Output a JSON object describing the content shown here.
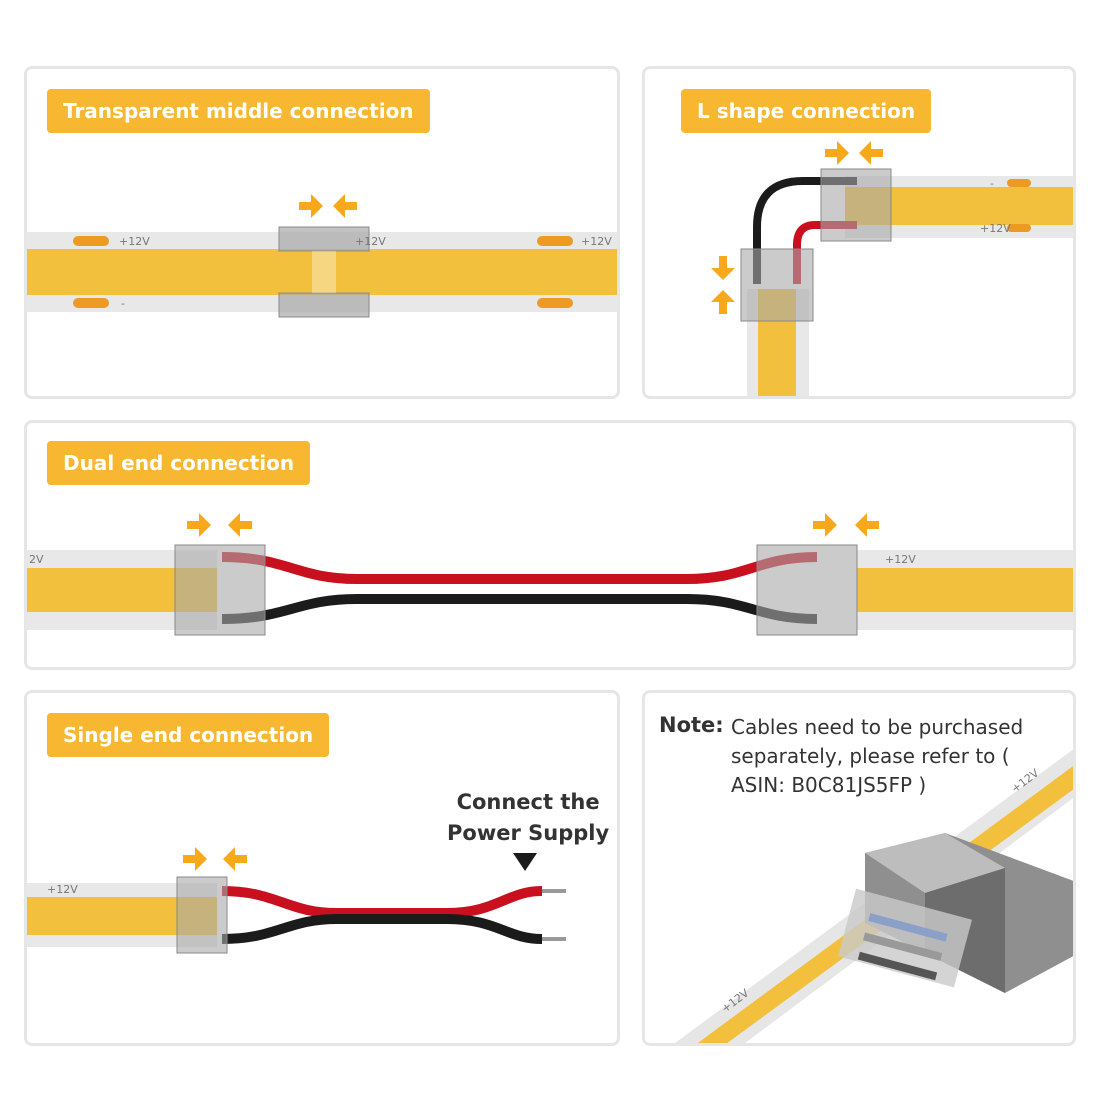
{
  "panels": {
    "transparent_middle": {
      "title": "Transparent middle connection",
      "labels": [
        "+12V",
        "+12V",
        "+12V"
      ],
      "minus": "-"
    },
    "l_shape": {
      "title": "L shape connection",
      "labels": [
        "+12V"
      ],
      "minus": "-"
    },
    "dual_end": {
      "title": "Dual end connection",
      "labels": [
        "2V",
        "+12V"
      ]
    },
    "single_end": {
      "title": "Single end connection",
      "labels": [
        "+12V"
      ],
      "cta_line1": "Connect the",
      "cta_line2": "Power Supply"
    },
    "note": {
      "label": "Note:",
      "text": "Cables need to be purchased separately, please refer to ( ASIN: B0C81JS5FP )",
      "labels": [
        "+12V",
        "+12V"
      ]
    }
  },
  "colors": {
    "accent": "#f7b731",
    "strip": "#f3c03e",
    "strip_edge": "#e0e0e0",
    "wire_red": "#c9101e",
    "wire_black": "#1b1b1b",
    "arrow": "#f7a81b"
  }
}
